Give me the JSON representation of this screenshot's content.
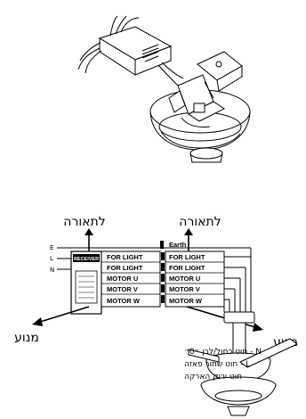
{
  "labels": {
    "light_left": "לתאורה",
    "light_right": "לתאורה",
    "motor_left": "מנוע",
    "motor_right": "מנוע",
    "earth": "Earth",
    "line_e": "E",
    "line_l": "L",
    "line_n": "N",
    "receiver": "RECEIVER"
  },
  "terminals": [
    {
      "left": "FOR LIGHT",
      "right": "FOR LIGHT"
    },
    {
      "left": "FOR LIGHT",
      "right": "FOR LIGHT"
    },
    {
      "left": "MOTOR U",
      "right": "MOTOR U"
    },
    {
      "left": "MOTOR V",
      "right": "MOTOR V"
    },
    {
      "left": "MOTOR W",
      "right": "MOTOR W"
    }
  ],
  "notes": [
    "N - חוט כחול/לבן ״0״",
    "L - חוט שחור פאזה",
    "חוט ירוק הארקה"
  ]
}
